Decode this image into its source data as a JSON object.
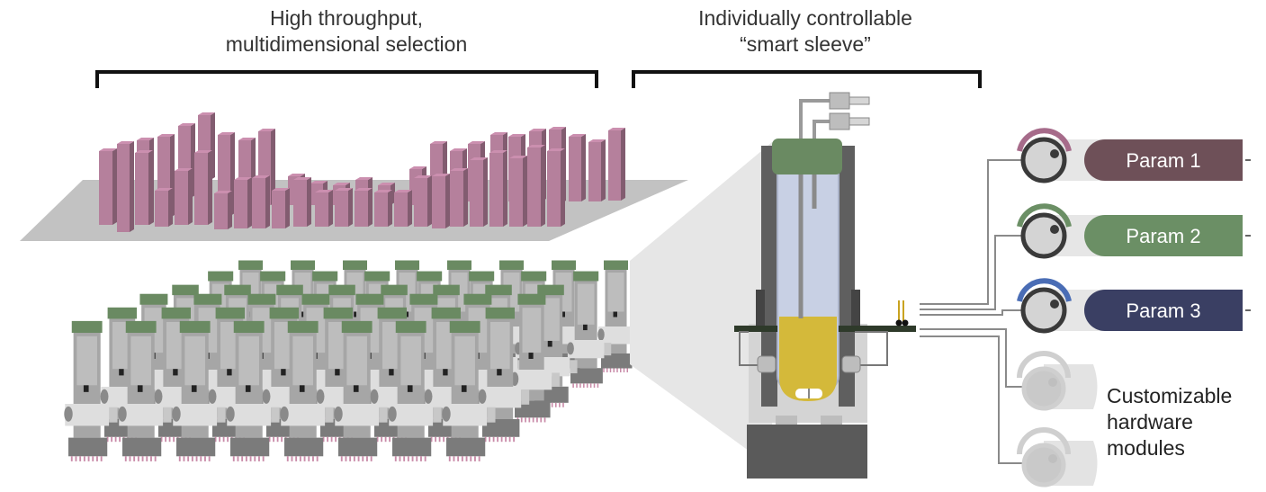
{
  "left_section": {
    "title_line1": "High throughput,",
    "title_line2": "multidimensional selection"
  },
  "right_section": {
    "title_line1": "Individually controllable",
    "title_line2": "“smart sleeve”"
  },
  "modules": [
    {
      "label": "Param 1",
      "color": "#6e5058",
      "arc_color": "#a66b8a"
    },
    {
      "label": "Param 2",
      "color": "#6b8f65",
      "arc_color": "#6b8f65"
    },
    {
      "label": "Param 3",
      "color": "#3a3f63",
      "arc_color": "#4a6db5"
    }
  ],
  "custom_modules": {
    "label_line1": "Customizable",
    "label_line2": "hardware",
    "label_line3": "modules"
  },
  "colors": {
    "bar_color": "#b5809c",
    "platform_color": "#c2c2c2",
    "sleeve_gray": "#9a9a9a",
    "cap_green": "#6a8a62",
    "culture_yellow": "#d4b93a",
    "tube_blue": "#c8d0e4"
  }
}
